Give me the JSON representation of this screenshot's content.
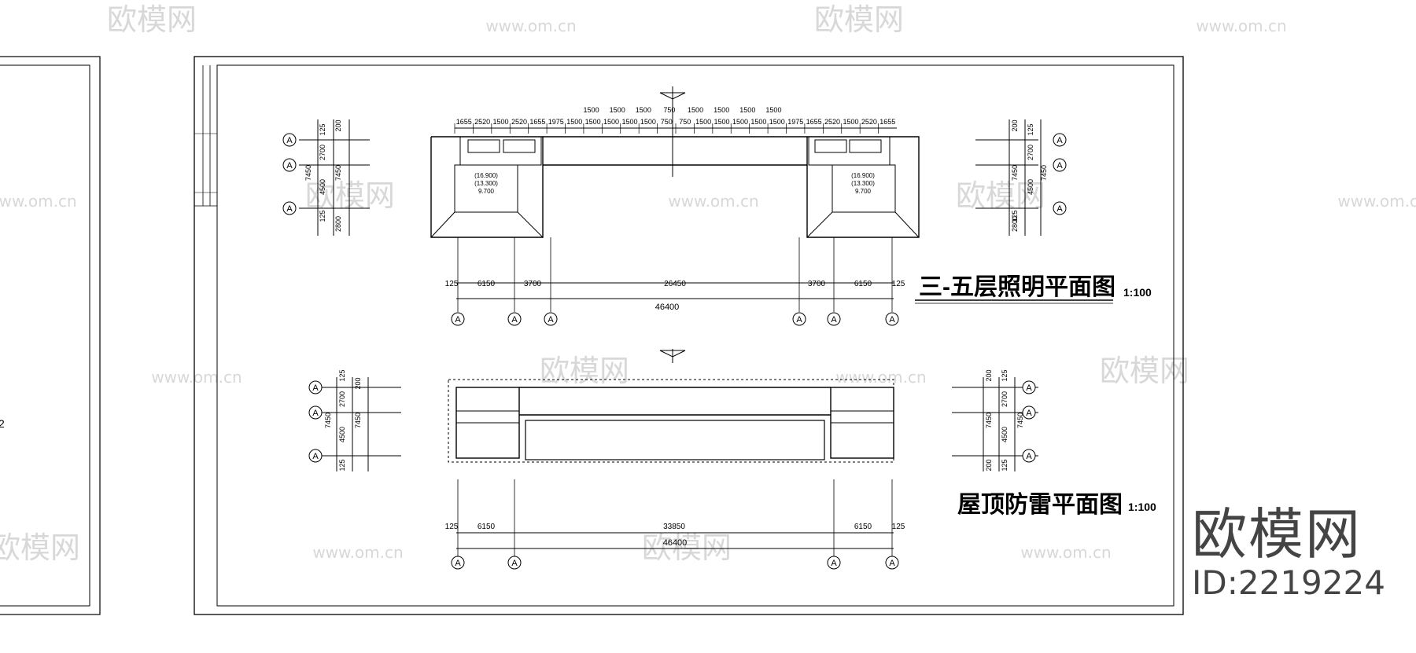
{
  "watermark": {
    "brand": "欧模网",
    "url": "www.om.cn",
    "id_text": "ID:2219224"
  },
  "plan_lighting": {
    "title": "三-五层照明平面图",
    "scale": "1:100",
    "top_dims": [
      "1655",
      "2520",
      "1500",
      "2520",
      "1655",
      "1975",
      "1500",
      "1500",
      "1500",
      "1500",
      "1500",
      "750",
      "750",
      "1500",
      "1500",
      "1500",
      "1500",
      "1500",
      "1975",
      "1655",
      "2520",
      "1500",
      "2520",
      "1655"
    ],
    "top_dims_upper": [
      "1500",
      "1500",
      "1500",
      "750",
      "1500",
      "1500",
      "1500",
      "1500"
    ],
    "bottom_dims": [
      "125",
      "6150",
      "3700",
      "26450",
      "3700",
      "6150",
      "125"
    ],
    "overall": "46400",
    "left_dims": [
      "125",
      "200",
      "2700",
      "7450",
      "4500",
      "7450",
      "125",
      "2800"
    ],
    "right_dims": [
      "200",
      "125",
      "2700",
      "7450",
      "4500",
      "7450",
      "125",
      "2800"
    ],
    "room_labels": [
      "(16.900)",
      "(13.300)",
      "9.700"
    ],
    "axis_label": "A"
  },
  "plan_roof": {
    "title": "屋顶防雷平面图",
    "scale": "1:100",
    "bottom_dims": [
      "125",
      "6150",
      "33850",
      "6150",
      "125"
    ],
    "overall": "46400",
    "left_dims": [
      "125",
      "200",
      "2700",
      "7450",
      "4500",
      "7450",
      "125"
    ],
    "right_dims": [
      "200",
      "125",
      "2700",
      "7450",
      "4500",
      "7450",
      "200",
      "125"
    ],
    "axis_label": "A"
  },
  "colors": {
    "line": "#000000",
    "watermark": "#d0d0d0",
    "id_text": "#444444"
  }
}
